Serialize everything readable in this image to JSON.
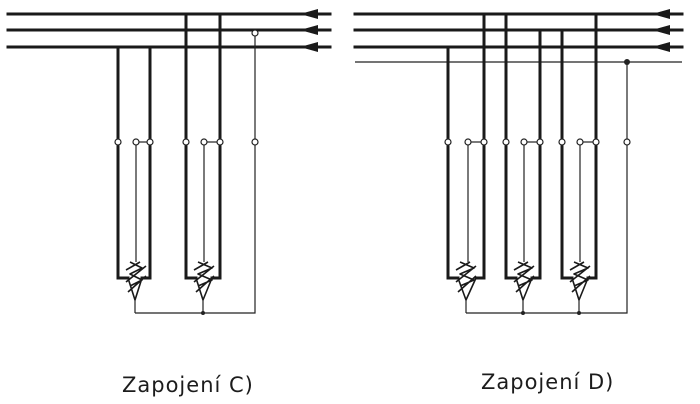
{
  "diagrams": [
    {
      "id": "c",
      "caption": "Zapojení C)"
    },
    {
      "id": "d",
      "caption": "Zapojení D)"
    }
  ],
  "colors": {
    "ink": "#1a1a1a",
    "background": "#ffffff"
  }
}
